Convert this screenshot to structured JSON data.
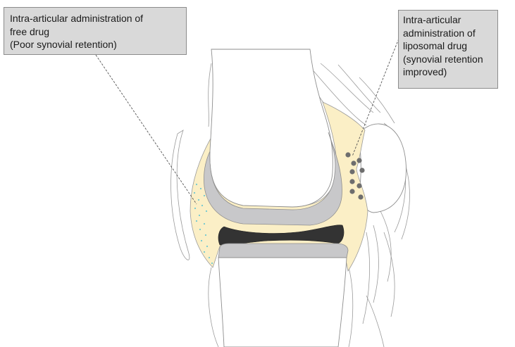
{
  "callouts": {
    "free_drug": {
      "lines": [
        "Intra-articular administration of",
        "free drug",
        "(Poor synovial retention)"
      ]
    },
    "liposomal_drug": {
      "lines": [
        "Intra-articular",
        "administration of",
        "liposomal drug",
        "(synovial retention",
        "improved)"
      ]
    }
  },
  "colors": {
    "synovial_fluid": "#fbefc6",
    "cartilage": "#c8c8ca",
    "meniscus": "#333333",
    "liposome": "#6e6e6e",
    "free_drug_dots": "#6fc8d2",
    "callout_fill": "#d9d9d9"
  }
}
